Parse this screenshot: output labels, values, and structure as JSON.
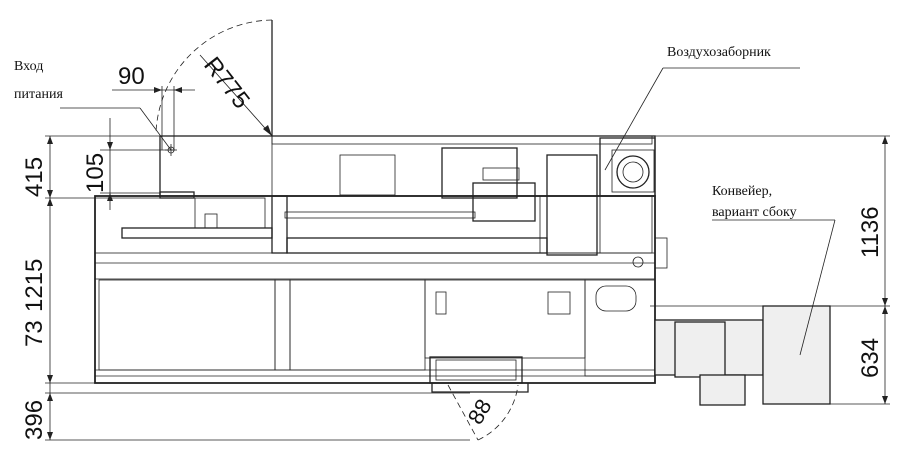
{
  "labels": {
    "power_input_line1": "Вход",
    "power_input_line2": "питания",
    "air_intake": "Воздухозаборник",
    "conveyor_line1": "Конвейер,",
    "conveyor_line2": "вариант сбоку"
  },
  "dimensions": {
    "d_90": "90",
    "d_r775": "R775",
    "d_105": "105",
    "d_415": "415",
    "d_1215": "1215",
    "d_73": "73",
    "d_396": "396",
    "d_1136": "1136",
    "d_634": "634",
    "d_88": "88"
  }
}
